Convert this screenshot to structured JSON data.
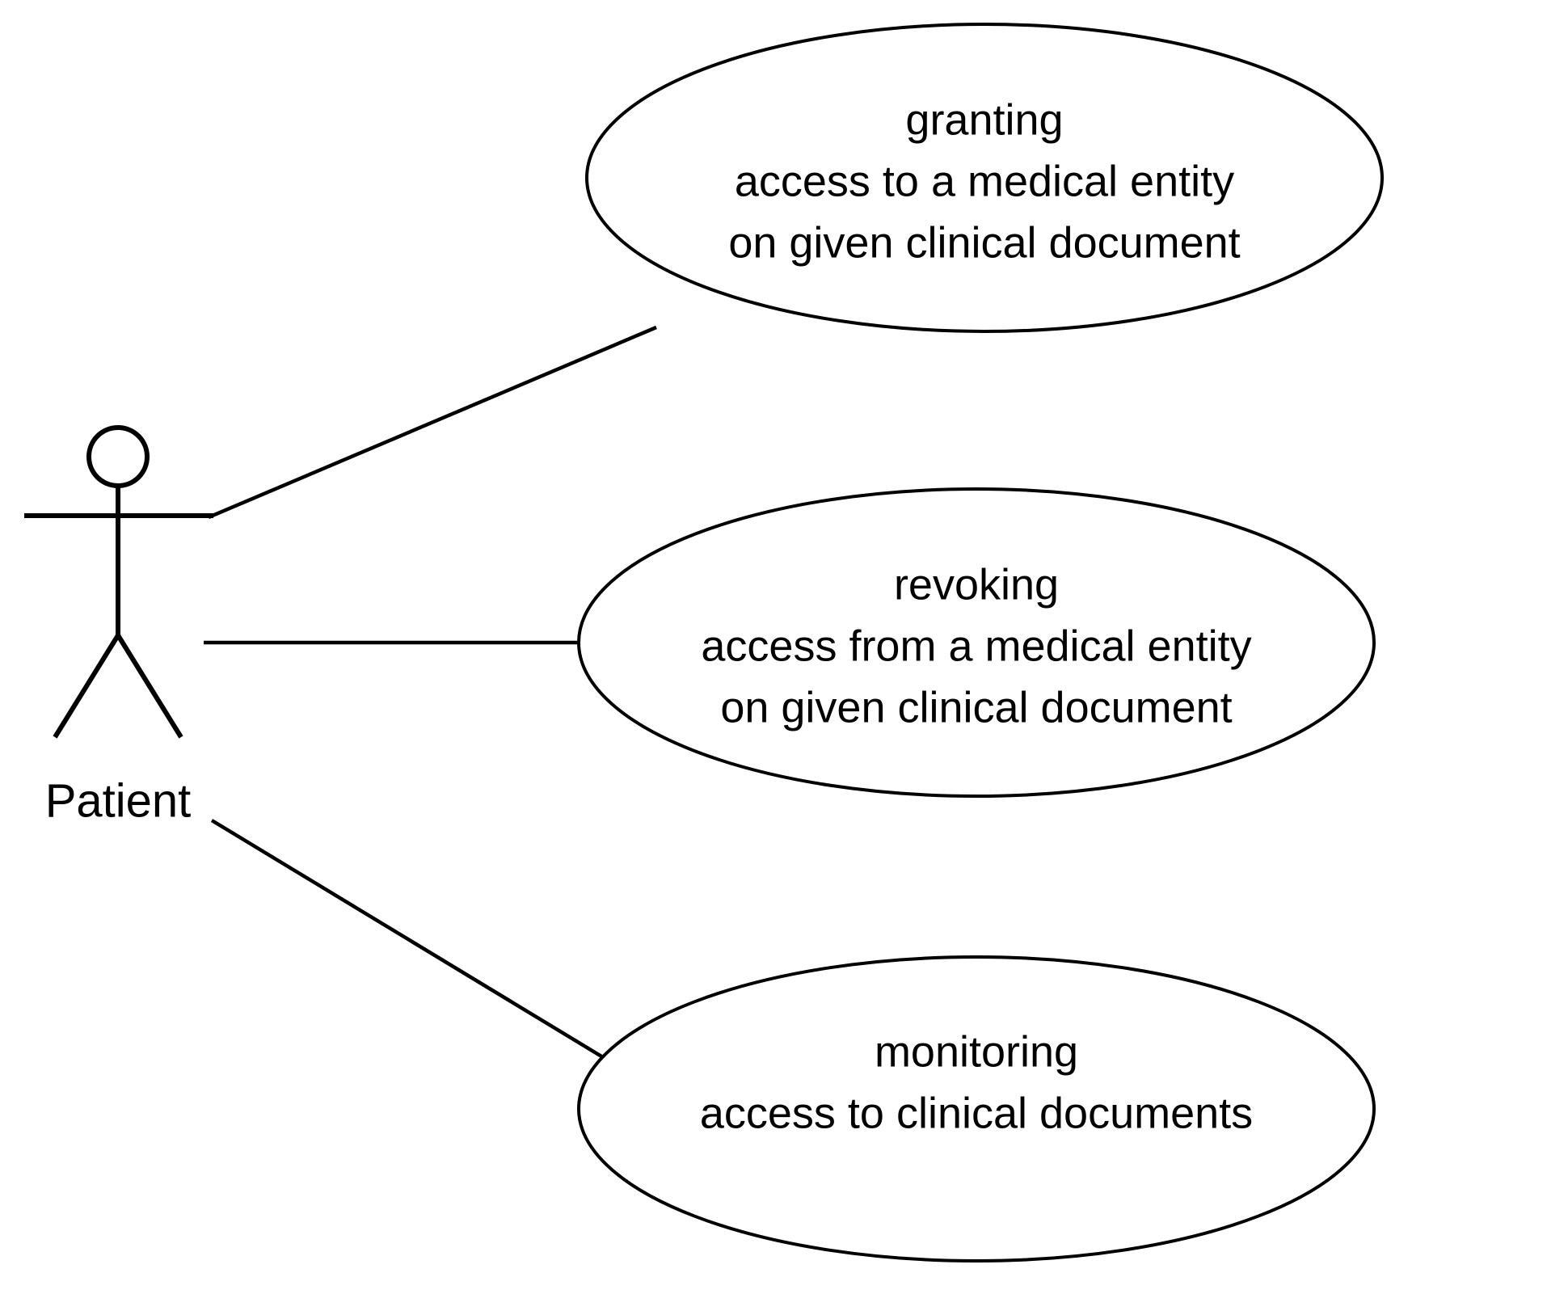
{
  "diagram": {
    "type": "uml-use-case-diagram",
    "background_color": "#ffffff",
    "stroke_color": "#000000",
    "text_color": "#000000"
  },
  "actor": {
    "name": "actor-patient",
    "label": "Patient",
    "glyph": "stick-figure-actor-icon"
  },
  "use_cases": [
    {
      "id": "granting",
      "lines": [
        "granting",
        "access to a medical entity",
        "on given clinical document"
      ]
    },
    {
      "id": "revoking",
      "lines": [
        "revoking",
        "access from a medical entity",
        "on given clinical document"
      ]
    },
    {
      "id": "monitoring",
      "lines": [
        "monitoring",
        "access to clinical documents"
      ]
    }
  ],
  "associations": [
    {
      "id": "patient-to-granting",
      "from": "Patient",
      "to": "granting"
    },
    {
      "id": "patient-to-revoking",
      "from": "Patient",
      "to": "revoking"
    },
    {
      "id": "patient-to-monitoring",
      "from": "Patient",
      "to": "monitoring"
    }
  ]
}
